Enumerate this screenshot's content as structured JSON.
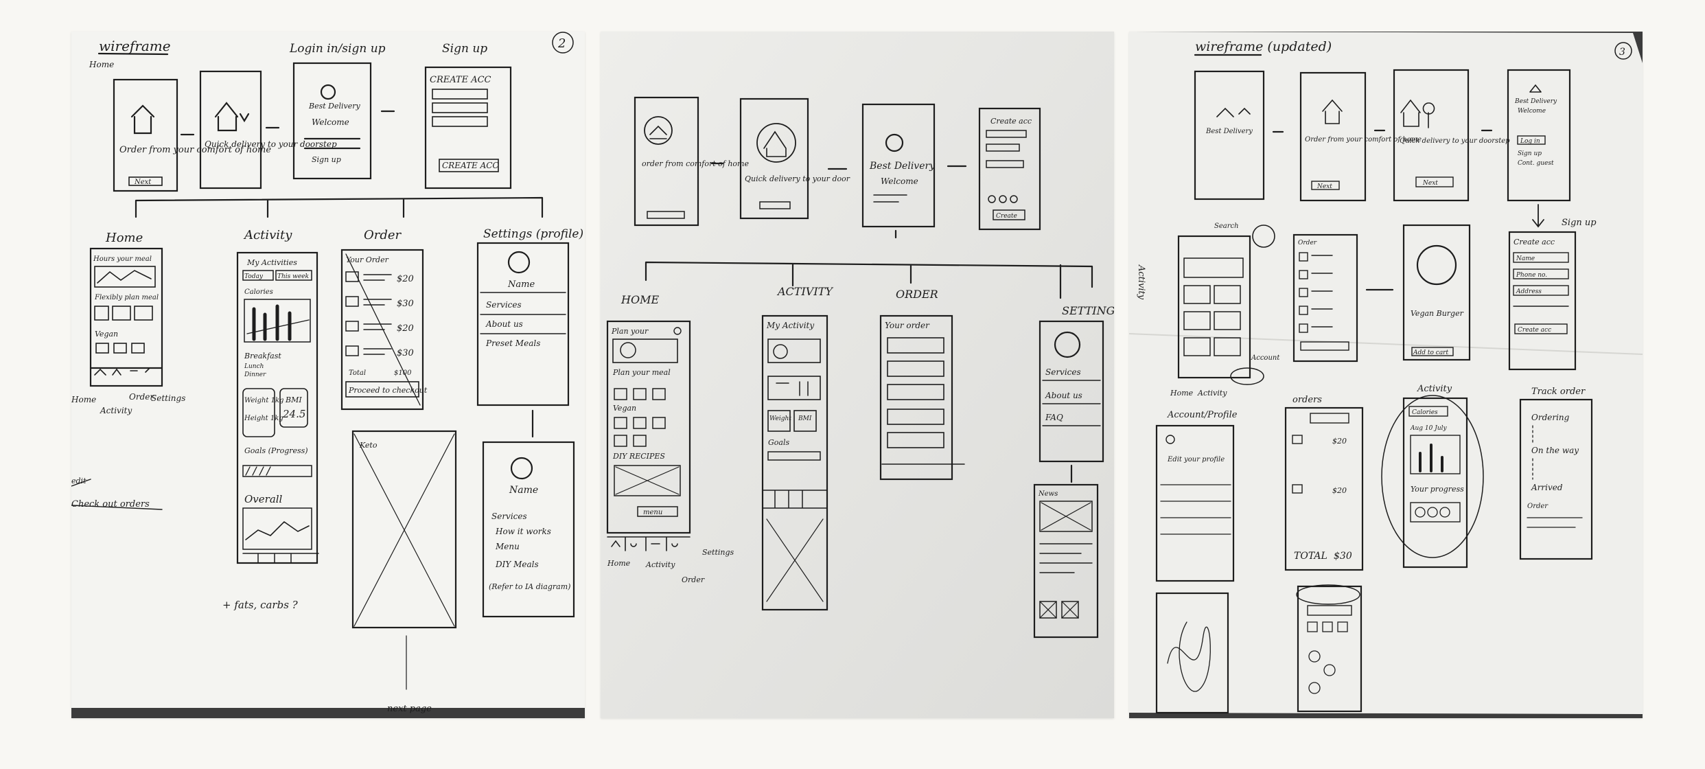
{
  "colors": {
    "background": "#f8f7f3",
    "paper_1": "#f4f4f1",
    "paper_2": "#e9e9e6",
    "paper_3": "#efefec",
    "desk": "#3c3c3c",
    "ink": "#1d1d1d"
  },
  "photo_1": {
    "title": "wireframe",
    "page_mark": "2",
    "home_note": "Home",
    "top_labels": {
      "login": "Login in/sign up",
      "signup": "Sign up"
    },
    "onboard_1": "Order from your comfort of home",
    "onboard_1_button": "Next",
    "onboard_2": "Quick delivery to your doorstep",
    "login_brand": "Best Delivery",
    "login_welcome": "Welcome",
    "login_link": "Sign up",
    "signup_title": "CREATE ACC",
    "signup_button": "CREATE ACC",
    "section_home": "Home",
    "section_activity": "Activity",
    "section_order": "Order",
    "section_settings": "Settings (profile)",
    "home_screen": {
      "header": "Hours your meal",
      "line": "Flexibly plan meal",
      "vegan": "Vegan"
    },
    "nav_labels": {
      "home": "Home",
      "activity": "Activity",
      "order": "Order",
      "settings": "Settings"
    },
    "activity_screen": {
      "title": "My Activities",
      "tab_today": "Today",
      "tab_week": "This week",
      "calories": "Calories",
      "breakfast": "Breakfast",
      "lunch": "Lunch",
      "dinner": "Dinner",
      "weight": "Weight 1kg",
      "height": "Height 1kg",
      "bmi": "BMI",
      "bmi_value": "24.5",
      "goals": "Goals (Progress)",
      "overall": "Overall"
    },
    "order_screen": {
      "header": "Your Order",
      "price_1": "$20",
      "price_2": "$30",
      "price_3": "$20",
      "price_4": "$30",
      "total": "Total",
      "total_value": "$100",
      "checkout": "Proceed to checkout"
    },
    "settings_screen": {
      "name": "Name",
      "item_1": "Services",
      "item_2": "About us",
      "item_3": "Preset Meals"
    },
    "settings_detail": {
      "name": "Name",
      "services": "Services",
      "how": "How it works",
      "menu": "Menu",
      "diy": "DIY Meals",
      "note": "(Refer to IA diagram)"
    },
    "keto_label": "Keto",
    "side_note_1": "edit",
    "side_note_2": "Check out orders",
    "fats_note": "+ fats, carbs ?",
    "next_page": "next page"
  },
  "photo_2": {
    "onboard_1": "order from comfort of home",
    "onboard_2": "Quick delivery to your door",
    "brand": "Best Delivery",
    "welcome": "Welcome",
    "create": "Create acc",
    "create_button": "Create",
    "section_home": "HOME",
    "section_activity": "ACTIVITY",
    "section_order": "ORDER",
    "section_settings": "SETTINGS",
    "home_screen": {
      "header": "Plan your",
      "plan": "Plan your meal",
      "vegan": "Vegan",
      "diy": "DIY RECIPES",
      "menu": "menu"
    },
    "activity_screen": {
      "title": "My Activity",
      "weight": "Weight",
      "bmi": "BMI",
      "goals": "Goals"
    },
    "order_screen": {
      "header": "Your order"
    },
    "settings_screen": {
      "item_1": "Services",
      "item_2": "About us",
      "item_3": "FAQ"
    },
    "news_label": "News",
    "nav_labels": {
      "home": "Home",
      "activity": "Activity",
      "order": "Order",
      "settings": "Settings"
    }
  },
  "photo_3": {
    "title": "wireframe (updated)",
    "page_mark": "3",
    "screen_1": "Best Delivery",
    "screen_2": "Order from your comfort of home",
    "screen_2_button": "Next",
    "screen_3": "Quick delivery to your doorstep",
    "screen_3_button": "Next",
    "screen_4": {
      "brand": "Best Delivery",
      "welcome": "Welcome",
      "login": "Log in",
      "signup": "Sign up",
      "guest": "Cont. guest"
    },
    "signup_label": "Sign up",
    "activity_side": "Activity",
    "search_note": "Search",
    "create_screen": {
      "title": "Create acc",
      "name": "Name",
      "phone": "Phone no.",
      "address": "Address",
      "button": "Create acc"
    },
    "vegan_label": "Vegan Burger",
    "add_cart": "Add to cart",
    "account_note": "Account",
    "nav_labels": {
      "home": "Home",
      "activity": "Activity"
    },
    "account_section": "Account/Profile",
    "edit_profile": "Edit your profile",
    "orders_section": "orders",
    "total": "TOTAL",
    "total_value": "$30",
    "price_1": "$20",
    "price_2": "$20",
    "activity_section": "Activity",
    "activity_calories": "Calories",
    "activity_date": "Aug 10 July",
    "activity_progress": "Your progress",
    "track_section": "Track order",
    "track_1": "Ordering",
    "track_2": "On the way",
    "track_3": "Arrived",
    "track_4": "Order",
    "order_screen_label": "Order"
  }
}
